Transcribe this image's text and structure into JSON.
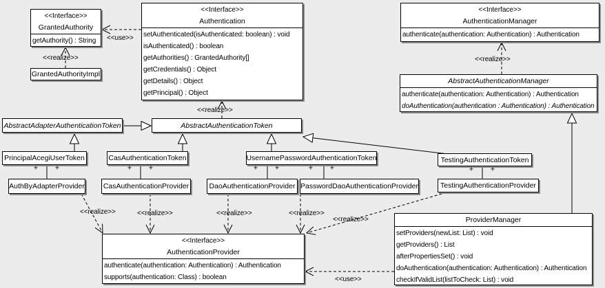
{
  "diagram": {
    "plus": "+",
    "bg_color": "#ececec",
    "box_fill": "#ffffff",
    "line_color": "#000000",
    "shadow_color": "#8a8a8a"
  },
  "classes": [
    {
      "stereotype": "<<Interface>>",
      "name": "GrantedAuthority",
      "members": [
        "getAuthority() : String"
      ]
    },
    {
      "name": "GrantedAuthorityImpl"
    },
    {
      "stereotype": "<<Interface>>",
      "name": "Authentication",
      "members": [
        "setAuthenticated(isAuthenticated: boolean) : void",
        "isAuthenticated() : boolean",
        "getAuthorities() : GrantedAuthority[]",
        "getCredentials() : Object",
        "getDetails() : Object",
        "getPrincipal() : Object"
      ]
    },
    {
      "stereotype": "<<Interface>>",
      "name": "AuthenticationManager",
      "members": [
        "authenticate(authentication: Authentication) : Authentication"
      ]
    },
    {
      "name": "AbstractAuthenticationManager",
      "members": [
        "authenticate(authentication: Authentication) : Authentication",
        "doAuthentication(authentication : Authentication) : Authentication"
      ]
    },
    {
      "name": "AbstractAdapterAuthenticationToken"
    },
    {
      "name": "AbstractAuthenticationToken"
    },
    {
      "name": "PrincipalAcegiUserToken"
    },
    {
      "name": "CasAuthenticationToken"
    },
    {
      "name": "UsernamePasswordAuthenticationToken"
    },
    {
      "name": "TestingAuthenticationToken"
    },
    {
      "name": "AuthByAdapterProvider"
    },
    {
      "name": "CasAuthenticationProvider"
    },
    {
      "name": "DaoAuthenticationProvider"
    },
    {
      "name": "PasswordDaoAuthenticationProvider"
    },
    {
      "name": "TestingAuthenticationProvider"
    },
    {
      "stereotype": "<<Interface>>",
      "name": "AuthenticationProvider",
      "members": [
        "authenticate(authentication: Authentication) : Authentication",
        "supports(authentication: Class) : boolean"
      ]
    },
    {
      "name": "ProviderManager",
      "members": [
        "setProviders(newList: List) : void",
        "getProviders() : List",
        "afterPropertiesSet() : void",
        "doAuthentication(authentication: Authentication) : Authentication",
        "checkIfValidList(listToCheck: List) : void"
      ]
    }
  ],
  "edge_labels": [
    {
      "text": "<<use>>"
    },
    {
      "text": "<<realize>>"
    },
    {
      "text": "<<realize>>"
    },
    {
      "text": "<<realize>>"
    },
    {
      "text": "<<realize>>"
    },
    {
      "text": "<<realize>>"
    },
    {
      "text": "<<realize>>"
    },
    {
      "text": "<<realize>>"
    },
    {
      "text": "<<realize>>"
    },
    {
      "text": "<<use>>"
    }
  ]
}
